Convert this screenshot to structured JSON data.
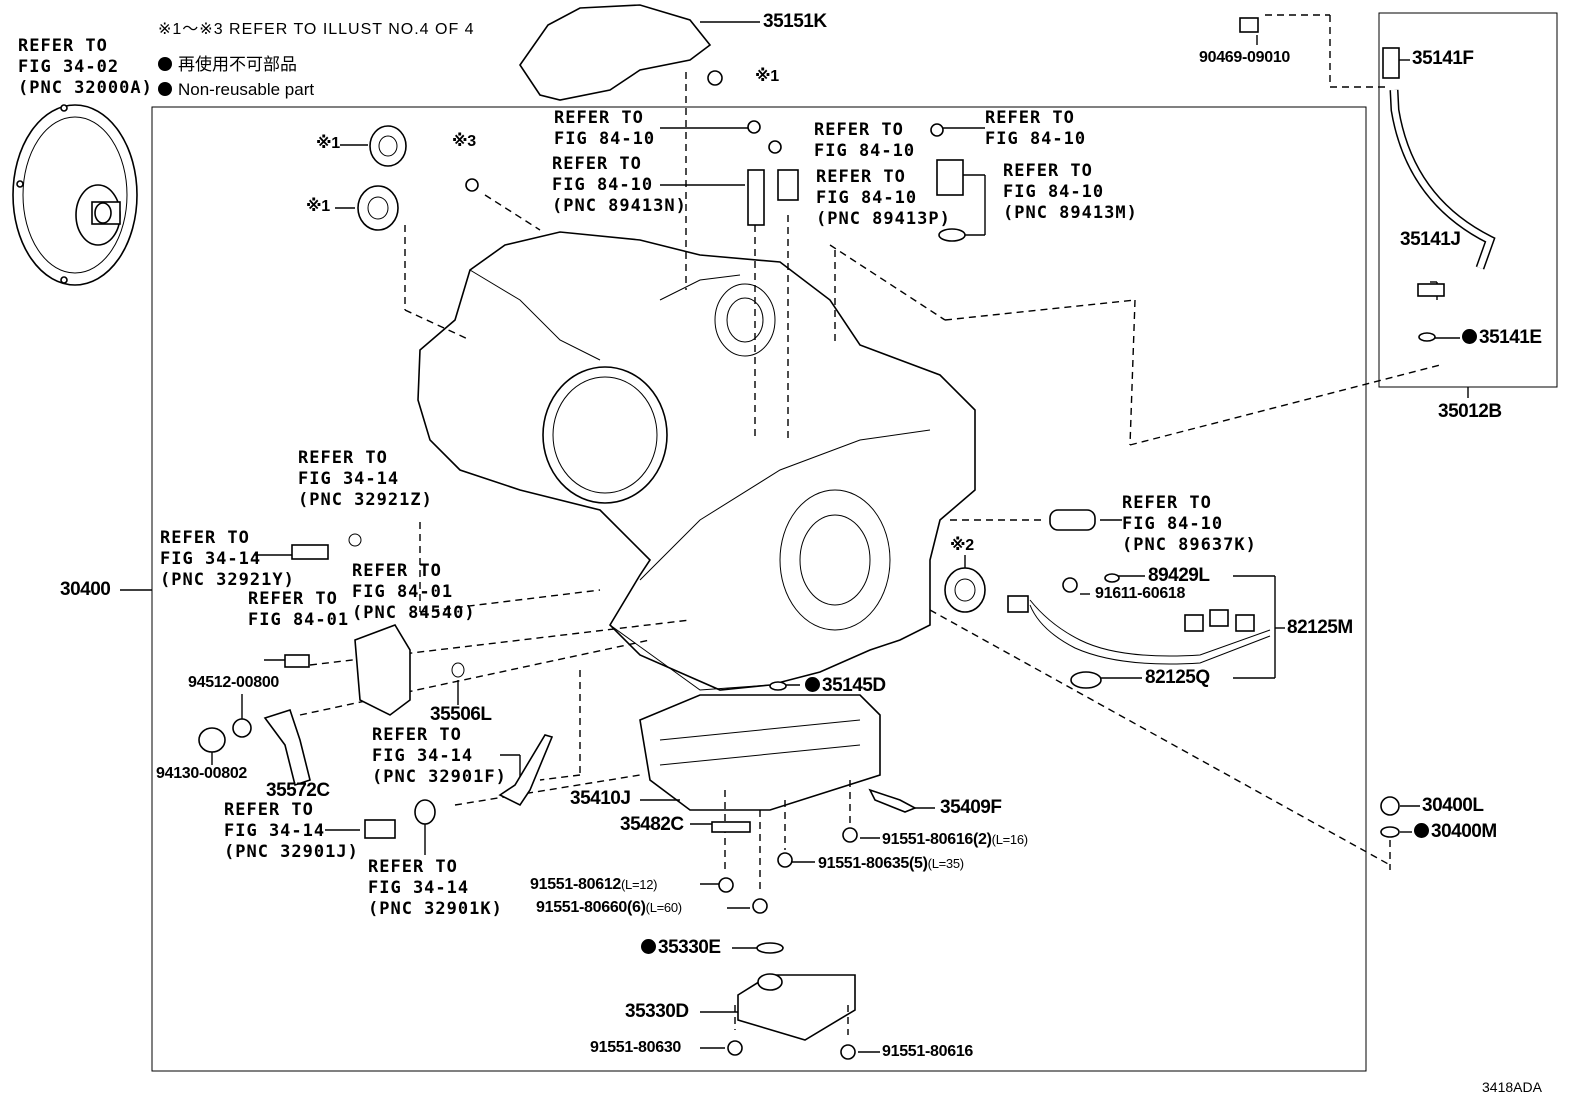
{
  "header": {
    "refer_note": "※1～※3 REFER TO ILLUST NO.4 OF 4",
    "legend_jp": "再使用不可部品",
    "legend_en": "Non-reusable part"
  },
  "diagram_id": "3418ADA",
  "marks": {
    "m1": "※1",
    "m2": "※2",
    "m3": "※3"
  },
  "refs": {
    "r_3402": "REFER TO\nFIG 34-02\n(PNC 32000A)",
    "r_8410_a": "REFER TO\nFIG 84-10",
    "r_8410_b": "REFER TO\nFIG 84-10",
    "r_8410_n": "REFER TO\nFIG 84-10\n(PNC 89413N)",
    "r_8410_p": "REFER TO\nFIG 84-10\n(PNC 89413P)",
    "r_8410_c": "REFER TO\nFIG 84-10",
    "r_8410_m": "REFER TO\nFIG 84-10\n(PNC 89413M)",
    "r_3414_z": "REFER TO\nFIG 34-14\n(PNC 32921Z)",
    "r_3414_y": "REFER TO\nFIG 34-14\n(PNC 32921Y)",
    "r_8401_540": "REFER TO\nFIG 84-01\n(PNC 84540)",
    "r_8401": "REFER TO\nFIG 84-01",
    "r_8410_k": "REFER TO\nFIG 84-10\n(PNC 89637K)",
    "r_3414_f": "REFER TO\nFIG 34-14\n(PNC 32901F)",
    "r_3414_j": "REFER TO\nFIG 34-14\n(PNC 32901J)",
    "r_3414_k": "REFER TO\nFIG 34-14\n(PNC 32901K)"
  },
  "parts": {
    "p35151K": "35151K",
    "p90469": "90469-09010",
    "p35141F": "35141F",
    "p35141J": "35141J",
    "p35141E": "35141E",
    "p35012B": "35012B",
    "p30400": "30400",
    "p89429L": "89429L",
    "p91611": "91611-60618",
    "p82125M": "82125M",
    "p82125Q": "82125Q",
    "p94512": "94512-00800",
    "p94130": "94130-00802",
    "p35506L": "35506L",
    "p35572C": "35572C",
    "p35145D": "35145D",
    "p35410J": "35410J",
    "p35409F": "35409F",
    "p35482C": "35482C",
    "p91551_80616_2": "91551-80616(2)",
    "p91551_80616_2_len": "(L=16)",
    "p91551_80635": "91551-80635(5)",
    "p91551_80635_len": "(L=35)",
    "p91551_80612": "91551-80612",
    "p91551_80612_len": "(L=12)",
    "p91551_80660": "91551-80660(6)",
    "p91551_80660_len": "(L=60)",
    "p30400L": "30400L",
    "p30400M": "30400M",
    "p35330E": "35330E",
    "p35330D": "35330D",
    "p91551_80630": "91551-80630",
    "p91551_80616": "91551-80616"
  }
}
